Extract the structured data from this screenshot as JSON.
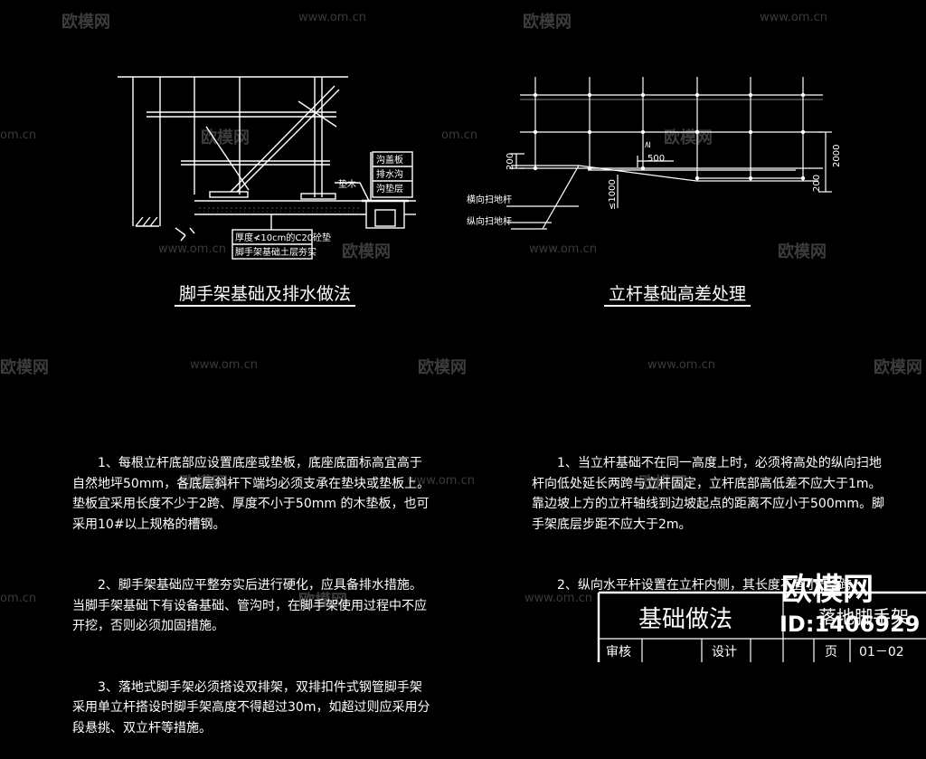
{
  "watermark": {
    "site": "www.om.cn",
    "site_short": "om.cn",
    "logo": "欧模网"
  },
  "left_drawing": {
    "title": "脚手架基础及排水做法",
    "labels": {
      "cover": "沟盖板",
      "drain": "排水沟",
      "cushion": "沟垫层",
      "pad": "垫木",
      "c20": "厚度≮10cm的C20砼垫",
      "soil": "脚手架基础土层夯实"
    }
  },
  "right_drawing": {
    "title": "立杆基础高差处理",
    "labels": {
      "h200a": "200",
      "h200b": "200",
      "d500": "500",
      "gt500": "≥",
      "d1000": "≤1000",
      "d2000": "2000",
      "hsweep": "横向扫地杆",
      "vsweep": "纵向扫地杆"
    }
  },
  "notes_left": [
    "　　1、每根立杆底部应设置底座或垫板，底座底面标高宜高于自然地坪50mm，各底层斜杆下端均必须支承在垫块或垫板上。垫板宜采用长度不少于2跨、厚度不小于50mm 的木垫板，也可采用10#以上规格的槽钢。",
    "　　2、脚手架基础应平整夯实后进行硬化，应具备排水措施。当脚手架基础下有设备基础、管沟时，在脚手架使用过程中不应开挖，否则必须加固措施。",
    "　　3、落地式脚手架必须搭设双排架，双排扣件式钢管脚手架采用单立杆搭设时脚手架高度不得超过30m，如超过则应采用分段悬挑、双立杆等措施。"
  ],
  "notes_right": [
    "　　1、当立杆基础不在同一高度上时，必须将高处的纵向扫地杆向低处延长两跨与立杆固定，立杆底部高低差不应大于1m。靠边坡上方的立杆轴线到边坡起点的距离不应小于500mm。脚手架底层步距不应大于2m。",
    "　　2、纵向水平杆设置在立杆内侧，其长度不宜小于3跨。"
  ],
  "title_block": {
    "name": "基础做法",
    "sub": "落地脚手架",
    "review": "审核",
    "design": "设计",
    "page_label": "页",
    "page_no": "01－02"
  },
  "badge": {
    "logo": "欧模网",
    "id": "ID:1406929"
  }
}
